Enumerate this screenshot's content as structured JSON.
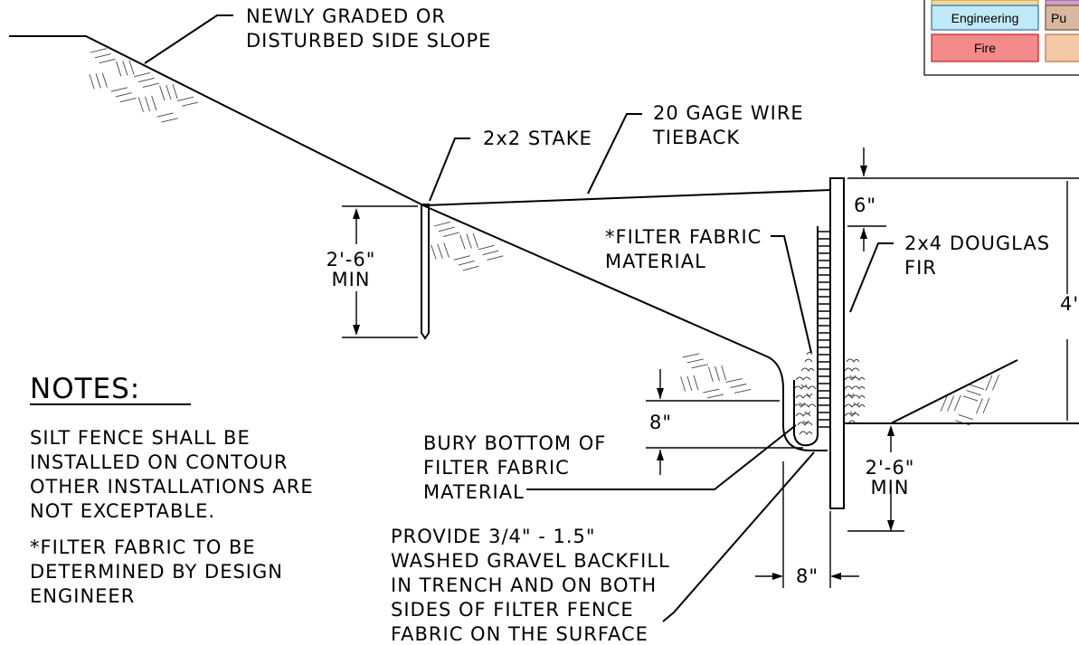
{
  "labels": {
    "slope": [
      "NEWLY GRADED OR",
      "DISTURBED SIDE SLOPE"
    ],
    "stake": "2x2 STAKE",
    "wire": [
      "20 GAGE WIRE",
      "TIEBACK"
    ],
    "fabric": [
      "*FILTER FABRIC",
      "MATERIAL"
    ],
    "fir": [
      "2x4 DOUGLAS",
      "FIR"
    ],
    "dim_6": "6\"",
    "dim_4": "4'",
    "dim_stake": [
      "2'-6\"",
      "MIN"
    ],
    "dim_post": [
      "2'-6\"",
      "MIN"
    ],
    "dim_8_vert": "8\"",
    "dim_8_horiz": "8\"",
    "bury": [
      "BURY BOTTOM OF",
      "FILTER FABRIC",
      "MATERIAL"
    ],
    "gravel": [
      "PROVIDE 3/4\" - 1.5\"",
      "WASHED GRAVEL BACKFILL",
      "IN TRENCH AND ON BOTH",
      "SIDES OF FILTER FENCE",
      "FABRIC ON THE SURFACE"
    ]
  },
  "notes": {
    "heading": "NOTES:",
    "note1": [
      "SILT FENCE SHALL BE",
      "INSTALLED ON CONTOUR",
      "OTHER INSTALLATIONS ARE",
      "NOT EXCEPTABLE."
    ],
    "note2": [
      "*FILTER FABRIC TO BE",
      "DETERMINED BY DESIGN",
      "ENGINEER"
    ]
  },
  "legend": {
    "cells": [
      {
        "label": "Engineering",
        "fill": "#bfe9f5",
        "stroke": "#2a6fb8"
      },
      {
        "label": "Pu",
        "fill": "#d8b8a0",
        "stroke": "#7a4a2a"
      },
      {
        "label": "Fire",
        "fill": "#f58a8a",
        "stroke": "#c02020"
      },
      {
        "label": "",
        "fill": "#f3c9a8",
        "stroke": "#c07040"
      }
    ]
  }
}
